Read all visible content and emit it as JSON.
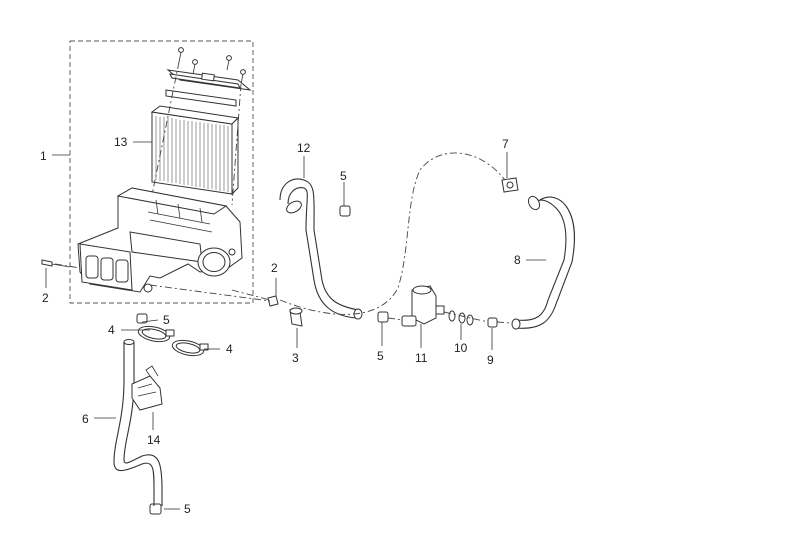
{
  "callouts": [
    {
      "id": "c1",
      "text": "1"
    },
    {
      "id": "c2a",
      "text": "2"
    },
    {
      "id": "c2b",
      "text": "2"
    },
    {
      "id": "c3",
      "text": "3"
    },
    {
      "id": "c4a",
      "text": "4"
    },
    {
      "id": "c4b",
      "text": "4"
    },
    {
      "id": "c5a",
      "text": "5"
    },
    {
      "id": "c5b",
      "text": "5"
    },
    {
      "id": "c5c",
      "text": "5"
    },
    {
      "id": "c5d",
      "text": "5"
    },
    {
      "id": "c6",
      "text": "6"
    },
    {
      "id": "c7",
      "text": "7"
    },
    {
      "id": "c8",
      "text": "8"
    },
    {
      "id": "c9",
      "text": "9"
    },
    {
      "id": "c10",
      "text": "10"
    },
    {
      "id": "c11",
      "text": "11"
    },
    {
      "id": "c12",
      "text": "12"
    },
    {
      "id": "c13",
      "text": "13"
    },
    {
      "id": "c14",
      "text": "14"
    }
  ]
}
